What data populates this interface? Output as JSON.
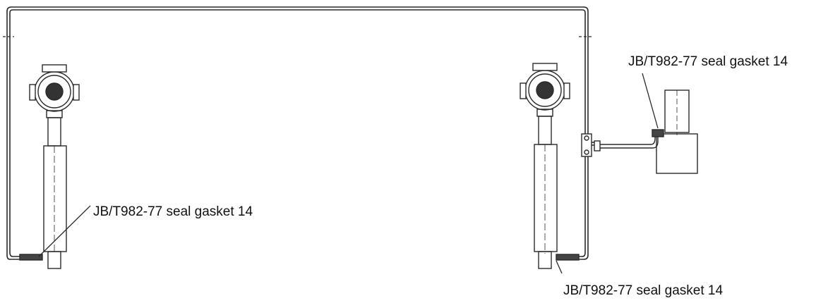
{
  "callouts": {
    "left_bottom": "JB/T982-77 seal gasket 14",
    "right_top": "JB/T982-77 seal gasket 14",
    "right_bottom": "JB/T982-77 seal gasket 14"
  },
  "colors": {
    "line": "#2a2a2a",
    "background": "#ffffff"
  }
}
